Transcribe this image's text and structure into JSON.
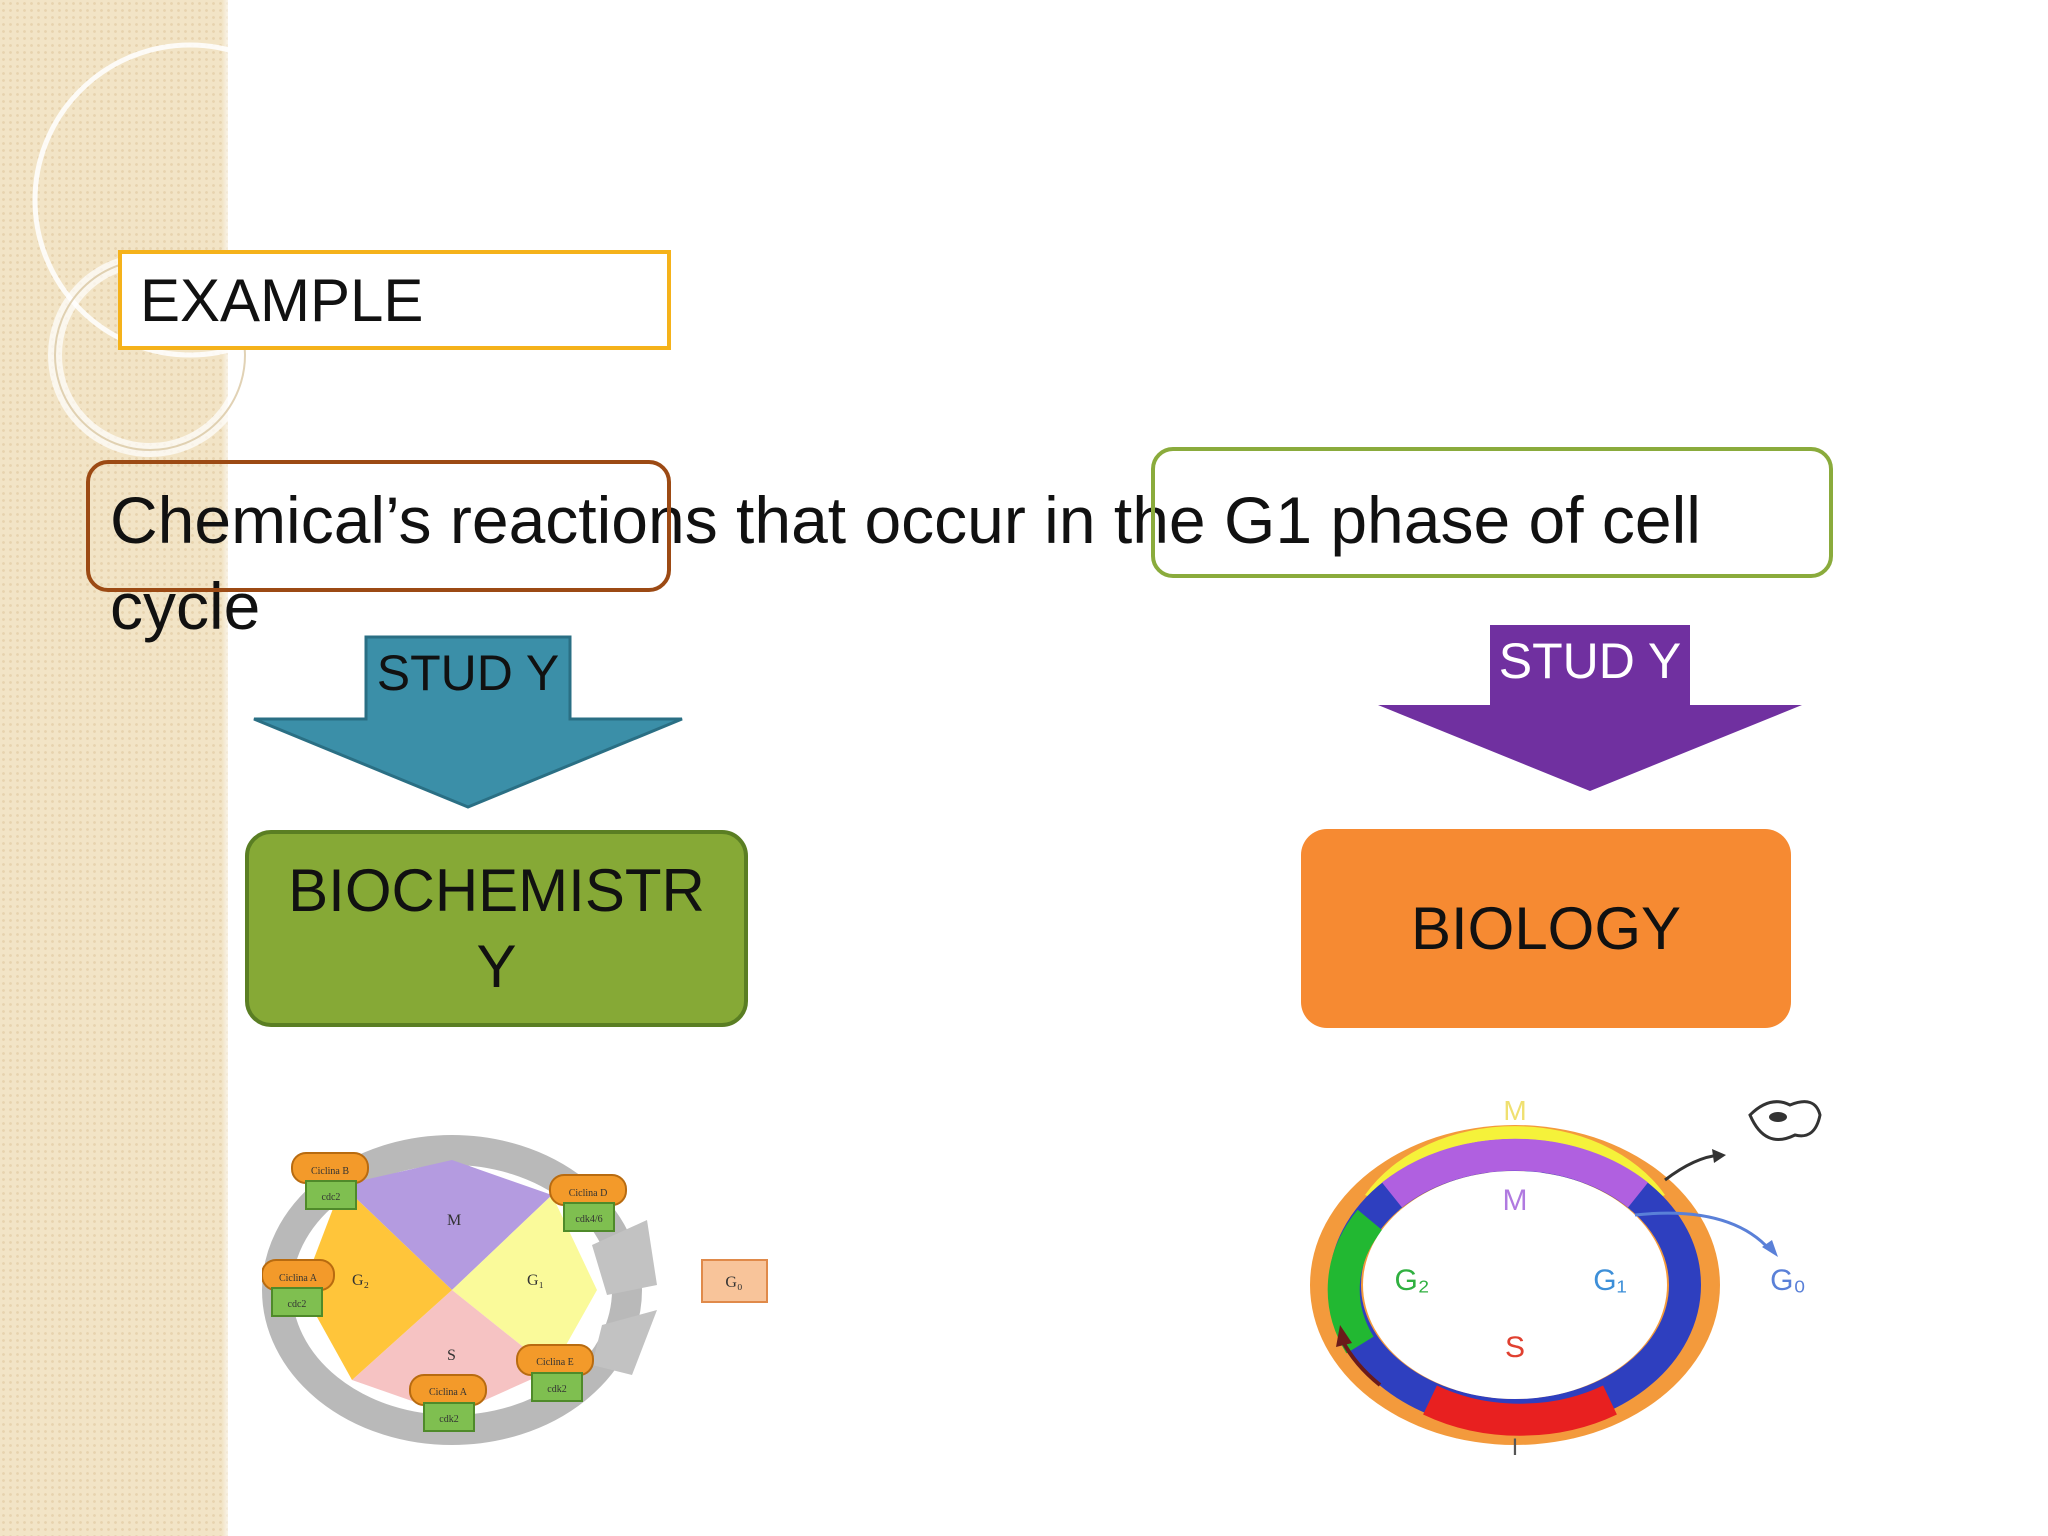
{
  "slide": {
    "example_label": "EXAMPLE",
    "sentence": "Chemical’s reactions that occur in the G1 phase  of cell cycle",
    "left_arrow_label": "STUD Y",
    "right_arrow_label": "STUD Y",
    "left_field": "BIOCHEMISTR Y",
    "right_field": "BIOLOGY"
  },
  "biochem_diagram": {
    "phases": [
      "M",
      "G₁",
      "S",
      "G₂"
    ],
    "exit_phase": "G₀",
    "tags": [
      {
        "cyclin": "Ciclina B",
        "cdk": "cdc2"
      },
      {
        "cyclin": "Ciclina D",
        "cdk": "cdk4/6"
      },
      {
        "cyclin": "Ciclina A",
        "cdk": "cdc2"
      },
      {
        "cyclin": "Ciclina E",
        "cdk": "cdk2"
      },
      {
        "cyclin": "Ciclina A",
        "cdk": "cdk2"
      }
    ]
  },
  "biology_diagram": {
    "outer_label": "M",
    "inner_labels": [
      "M",
      "G₁",
      "S",
      "G₂"
    ],
    "exit_label": "G₀",
    "bottom_label": "I"
  },
  "colors": {
    "example_border": "#f5b21a",
    "brown_border": "#9c4a14",
    "green_outline": "#8aab3c",
    "teal_arrow": "#3b8fa8",
    "purple_arrow": "#7030a0",
    "biochem_fill": "#86a936",
    "biology_fill": "#f68a32"
  }
}
